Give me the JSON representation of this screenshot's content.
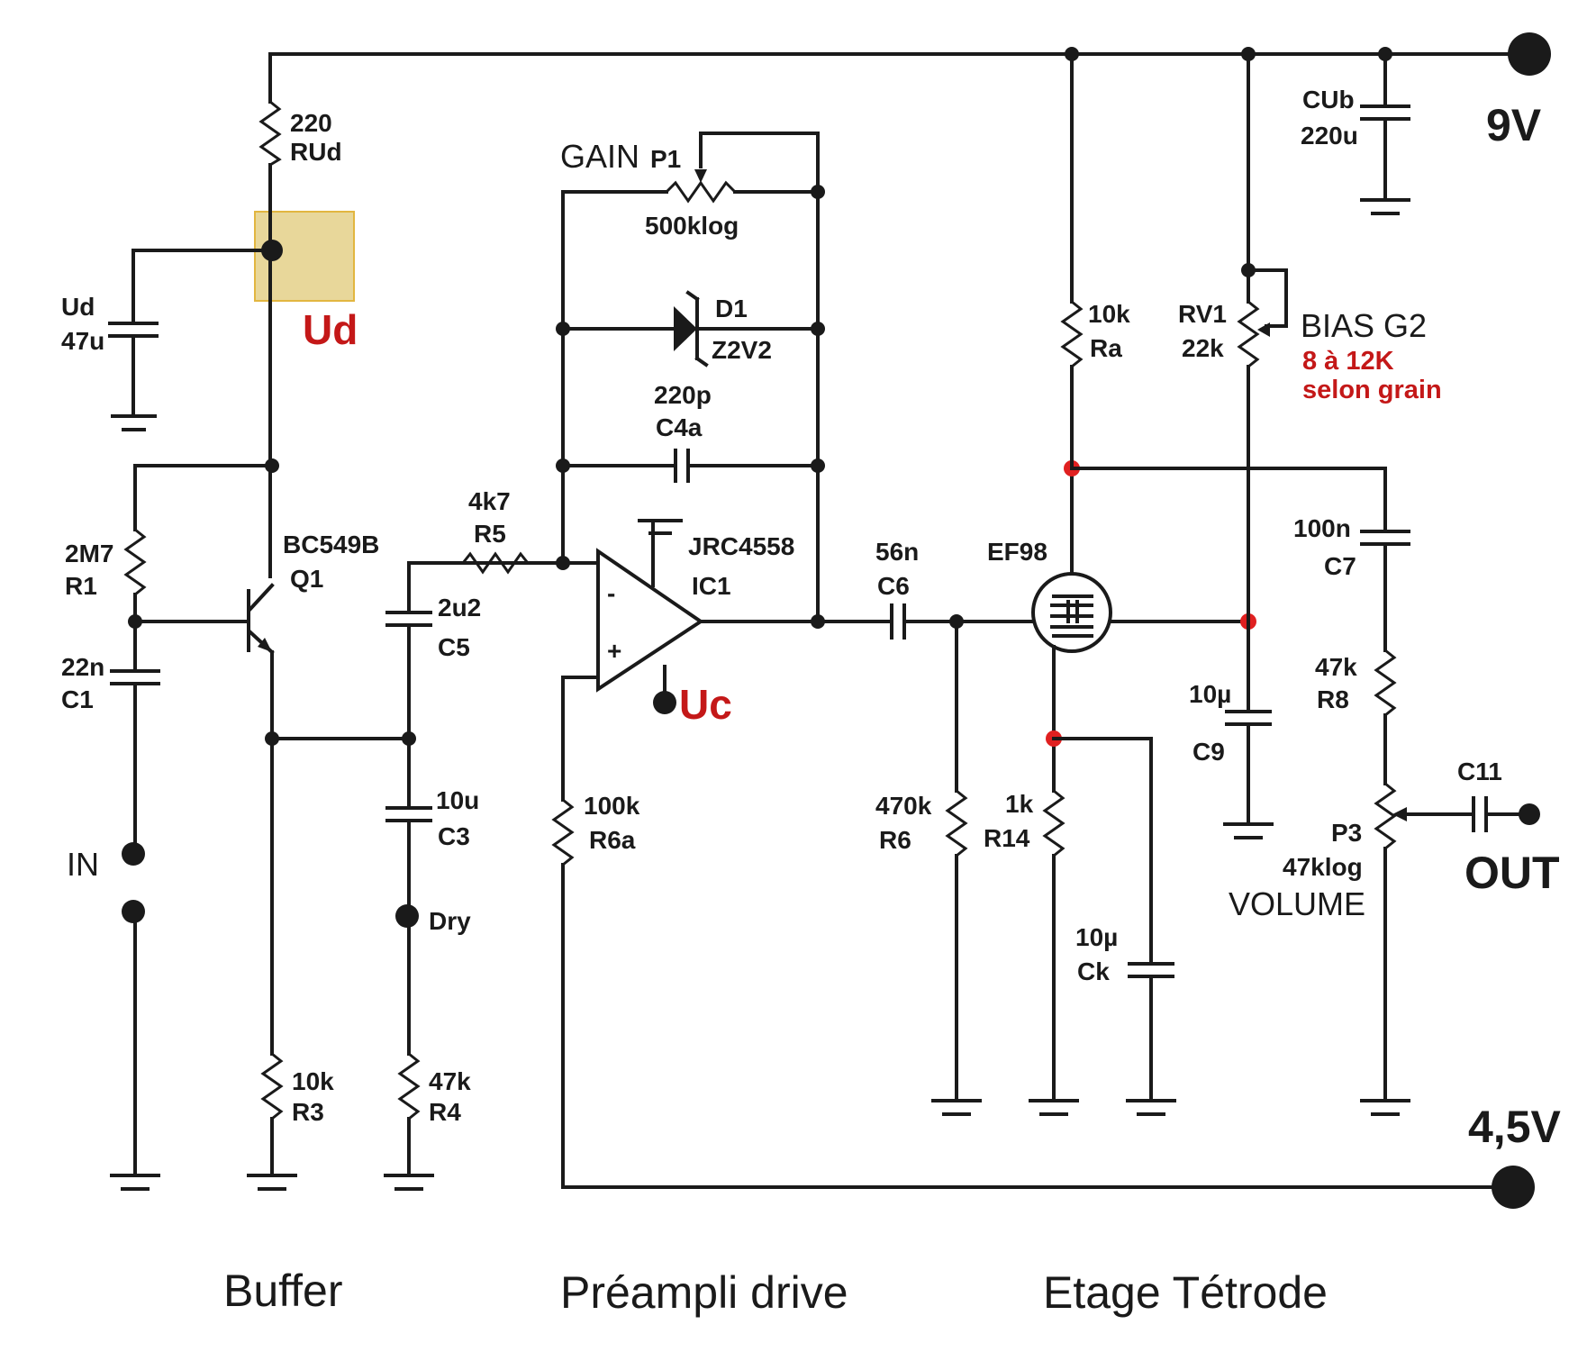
{
  "rails": {
    "top_voltage": "9V",
    "bottom_voltage": "4,5V"
  },
  "io": {
    "input": "IN",
    "output": "OUT"
  },
  "sections": {
    "buffer": "Buffer",
    "preamp": "Préampli drive",
    "tetrode": "Etage Tétrode"
  },
  "test_points": {
    "ud": "Ud",
    "uc": "Uc",
    "dry": "Dry"
  },
  "colors": {
    "highlight": "#e8d79a",
    "test_point_text": "#c41818",
    "measure_node": "#e02020"
  },
  "components": {
    "rud": {
      "value": "220",
      "ref": "RUd"
    },
    "cud": {
      "ref": "Ud",
      "value": "47u"
    },
    "r1": {
      "value": "2M7",
      "ref": "R1"
    },
    "c1": {
      "value": "22n",
      "ref": "C1"
    },
    "q1": {
      "part": "BC549B",
      "ref": "Q1"
    },
    "r3": {
      "value": "10k",
      "ref": "R3"
    },
    "c5": {
      "value": "2u2",
      "ref": "C5"
    },
    "c3": {
      "value": "10u",
      "ref": "C3"
    },
    "r4": {
      "value": "47k",
      "ref": "R4"
    },
    "r5": {
      "value": "4k7",
      "ref": "R5"
    },
    "p1": {
      "function": "GAIN",
      "ref": "P1",
      "value": "500klog"
    },
    "d1": {
      "ref": "D1",
      "value": "Z2V2"
    },
    "c4a": {
      "value": "220p",
      "ref": "C4a"
    },
    "ic1": {
      "part": "JRC4558",
      "ref": "IC1",
      "minus": "-",
      "plus": "+"
    },
    "r6a": {
      "value": "100k",
      "ref": "R6a"
    },
    "c6": {
      "value": "56n",
      "ref": "C6"
    },
    "r6": {
      "value": "470k",
      "ref": "R6"
    },
    "v1": {
      "part": "EF98"
    },
    "r14": {
      "value": "1k",
      "ref": "R14"
    },
    "ck": {
      "value": "10µ",
      "ref": "Ck"
    },
    "ra": {
      "value": "10k",
      "ref": "Ra"
    },
    "rv1": {
      "ref": "RV1",
      "value": "22k",
      "function": "BIAS G2",
      "note1": "8 à 12K",
      "note2": "selon grain"
    },
    "c9": {
      "value": "10µ",
      "ref": "C9"
    },
    "cub": {
      "ref": "CUb",
      "value": "220u"
    },
    "c7": {
      "value": "100n",
      "ref": "C7"
    },
    "r8": {
      "value": "47k",
      "ref": "R8"
    },
    "p3": {
      "ref": "P3",
      "value": "47klog",
      "function": "VOLUME"
    },
    "c11": {
      "ref": "C11"
    }
  }
}
